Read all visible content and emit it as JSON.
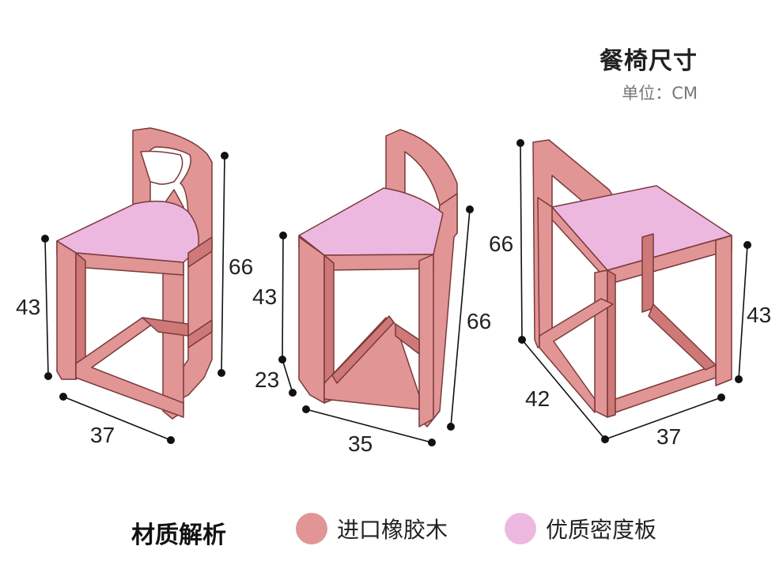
{
  "header": {
    "title": "餐椅尺寸",
    "unit": "单位：CM"
  },
  "colors": {
    "frame": "#e29595",
    "frame_dark": "#cf7878",
    "seat": "#edb8e0",
    "outline": "#7a3a3a"
  },
  "views": [
    {
      "height_back": "66",
      "seat_height": "43",
      "width": "37"
    },
    {
      "seat_height": "43",
      "height_back": "66",
      "corner": "23",
      "width": "35"
    },
    {
      "height_back": "66",
      "depth": "42",
      "width": "37",
      "seat_height": "43"
    }
  ],
  "legend": {
    "title": "材质解析",
    "items": [
      {
        "label": "进口橡胶木",
        "color": "#e29595"
      },
      {
        "label": "优质密度板",
        "color": "#edb8e0"
      }
    ]
  }
}
